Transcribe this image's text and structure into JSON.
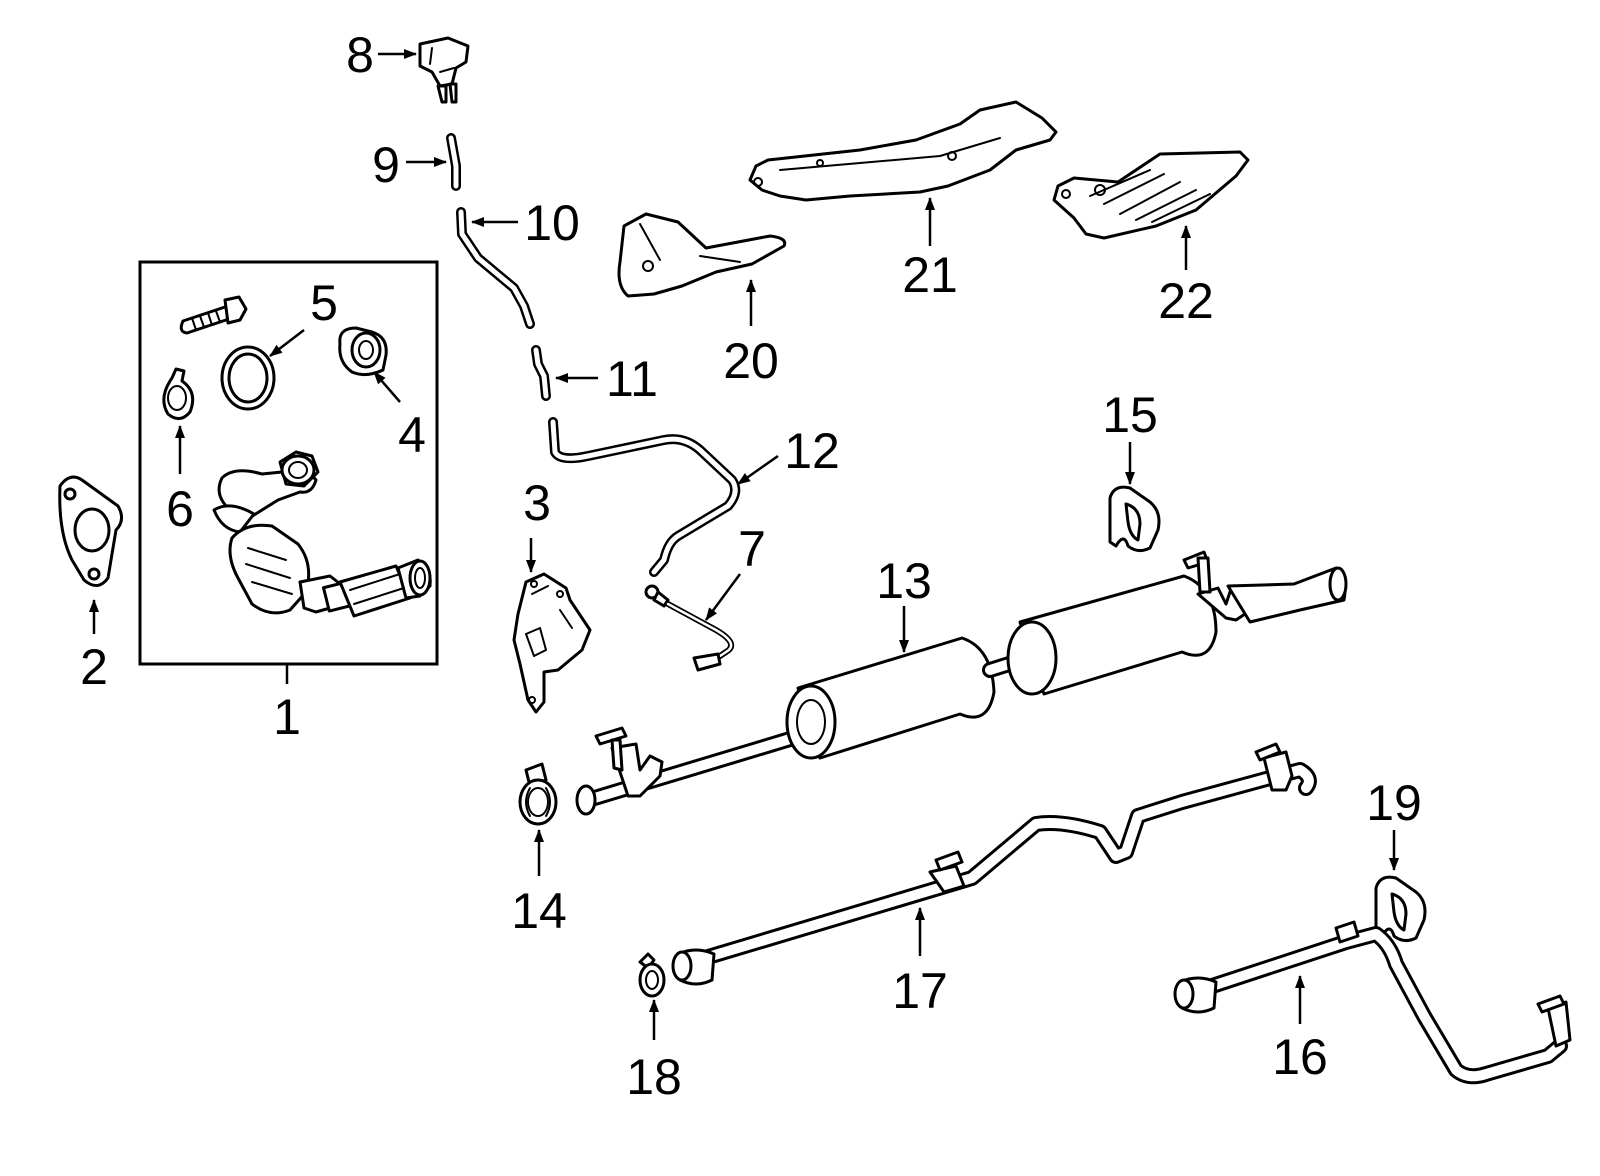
{
  "diagram": {
    "title": "",
    "line_color": "#000000",
    "background": "#ffffff",
    "callouts": [
      {
        "id": "c1",
        "label": "1"
      },
      {
        "id": "c2",
        "label": "2"
      },
      {
        "id": "c3",
        "label": "3"
      },
      {
        "id": "c4",
        "label": "4"
      },
      {
        "id": "c5",
        "label": "5"
      },
      {
        "id": "c6",
        "label": "6"
      },
      {
        "id": "c7",
        "label": "7"
      },
      {
        "id": "c8",
        "label": "8"
      },
      {
        "id": "c9",
        "label": "9"
      },
      {
        "id": "c10",
        "label": "10"
      },
      {
        "id": "c11",
        "label": "11"
      },
      {
        "id": "c12",
        "label": "12"
      },
      {
        "id": "c13",
        "label": "13"
      },
      {
        "id": "c14",
        "label": "14"
      },
      {
        "id": "c15",
        "label": "15"
      },
      {
        "id": "c16",
        "label": "16"
      },
      {
        "id": "c17",
        "label": "17"
      },
      {
        "id": "c18",
        "label": "18"
      },
      {
        "id": "c19",
        "label": "19"
      },
      {
        "id": "c20",
        "label": "20"
      },
      {
        "id": "c21",
        "label": "21"
      },
      {
        "id": "c22",
        "label": "22"
      }
    ]
  }
}
